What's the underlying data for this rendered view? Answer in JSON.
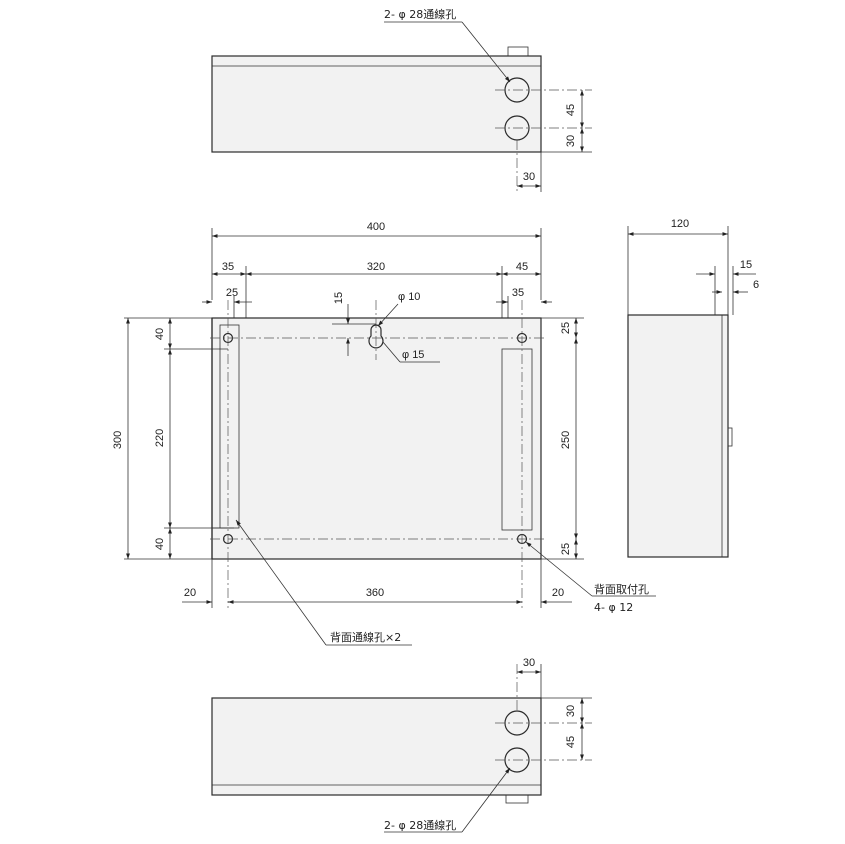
{
  "labels": {
    "top_holes": "2- φ 28通線孔",
    "bottom_holes": "2- φ 28通線孔",
    "back_wire_holes": "背面通線孔×2",
    "back_mount_holes_1": "背面取付孔",
    "back_mount_holes_2": "4- φ 12",
    "hole_10": "φ 10",
    "hole_15": "φ 15"
  },
  "dims": {
    "top_45": "45",
    "top_30v": "30",
    "top_30h": "30",
    "width_400": "400",
    "d35": "35",
    "d320": "320",
    "d45": "45",
    "d25_left": "25",
    "d35_right": "35",
    "d15_key": "15",
    "h40_top": "40",
    "h220": "220",
    "h40_bot": "40",
    "h300": "300",
    "r25_top": "25",
    "r250": "250",
    "r25_bot": "25",
    "d20_left": "20",
    "d360": "360",
    "d20_right": "20",
    "side_120": "120",
    "side_15": "15",
    "side_6": "6",
    "bot_30h": "30",
    "bot_30v": "30",
    "bot_45": "45"
  }
}
